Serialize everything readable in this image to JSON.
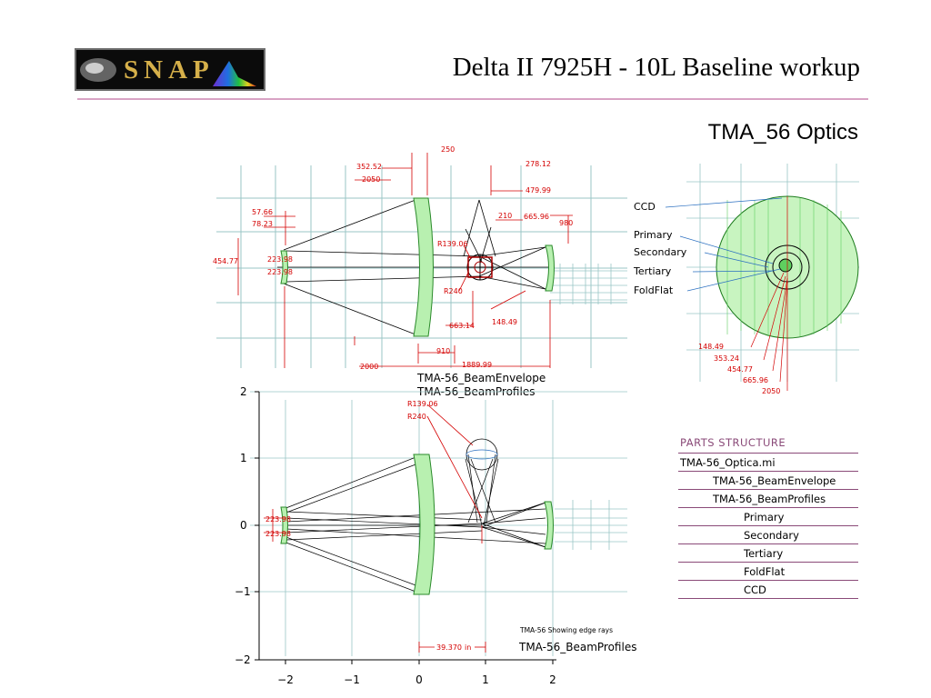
{
  "header": {
    "logo_text": "SNAP",
    "title": "Delta II 7925H - 10L  Baseline workup",
    "subtitle": "TMA_56 Optics"
  },
  "colors": {
    "dimension": "#d40000",
    "optic_green": "#00c000",
    "grid": "#9ac6c6",
    "rule": "#d8a2c4",
    "parts_accent": "#8a4a78"
  },
  "top_dimensions": {
    "d250": "250",
    "d352_52": "352.52",
    "d2050": "2050",
    "d278_12": "278.12",
    "d479_99": "479.99",
    "d210": "210",
    "d665_96": "665.96",
    "d980": "980",
    "d57_66": "57.66",
    "d78_23": "78.23",
    "d454_77": "454.77",
    "d223_98a": "223.98",
    "d223_98b": "223.98",
    "r139_06": "R139.06",
    "r240": "R240",
    "d663_14": "663.14",
    "d148_49": "148.49",
    "d910": "910",
    "d1889_99": "1889.99",
    "d2000": "2000"
  },
  "beam_labels": {
    "envelope": "TMA-56_BeamEnvelope",
    "profiles_top": "TMA-56_BeamProfiles"
  },
  "side_view": {
    "callouts": [
      "CCD",
      "Primary",
      "Secondary",
      "Tertiary",
      "FoldFlat"
    ],
    "dims": [
      "148.49",
      "353.24",
      "454.77",
      "665.96",
      "2050"
    ]
  },
  "bottom_chart": {
    "r139": "R139.06",
    "r240": "R240",
    "left_dims": [
      "223.98",
      "223.98"
    ],
    "edge_note": "TMA-56 Showing edge rays",
    "scale_value": "39.370",
    "scale_unit": "in",
    "profiles_label": "TMA-56_BeamProfiles",
    "yticks": [
      "2",
      "1",
      "0",
      "−1",
      "−2"
    ],
    "xticks": [
      "−2",
      "−1",
      "0",
      "1",
      "2"
    ]
  },
  "parts": {
    "heading": "PARTS STRUCTURE",
    "items": [
      {
        "label": "TMA-56_Optica.mi",
        "level": 0
      },
      {
        "label": "TMA-56_BeamEnvelope",
        "level": 1
      },
      {
        "label": "TMA-56_BeamProfiles",
        "level": 1
      },
      {
        "label": "Primary",
        "level": 2
      },
      {
        "label": "Secondary",
        "level": 2
      },
      {
        "label": "Tertiary",
        "level": 2
      },
      {
        "label": "FoldFlat",
        "level": 2
      },
      {
        "label": "CCD",
        "level": 2
      }
    ]
  }
}
